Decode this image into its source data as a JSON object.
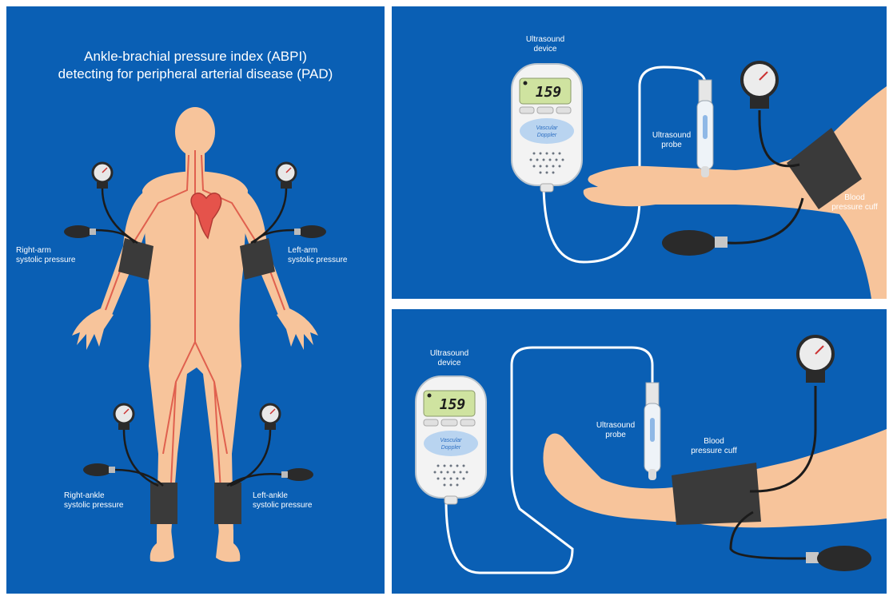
{
  "left_panel": {
    "title_line1": "Ankle-brachial pressure index (ABPI)",
    "title_line2": "detecting for peripheral arterial disease (PAD)",
    "labels": {
      "right_arm": [
        "Right-arm",
        "systolic pressure"
      ],
      "left_arm": [
        "Left-arm",
        "systolic pressure"
      ],
      "right_ankle": [
        "Right-ankle",
        "systolic pressure"
      ],
      "left_ankle": [
        "Left-ankle",
        "systolic pressure"
      ]
    }
  },
  "arm_panel": {
    "device_label": [
      "Ultrasound",
      "device"
    ],
    "probe_label": [
      "Ultrasound",
      "probe"
    ],
    "cuff_label": [
      "Blood",
      "pressure cuff"
    ],
    "display_value": "159",
    "device_brand": [
      "Vascular",
      "Doppler"
    ]
  },
  "leg_panel": {
    "device_label": [
      "Ultrasound",
      "device"
    ],
    "probe_label": [
      "Ultrasound",
      "probe"
    ],
    "cuff_label": [
      "Blood",
      "pressure cuff"
    ],
    "display_value": "159",
    "device_brand": [
      "Vascular",
      "Doppler"
    ]
  },
  "colors": {
    "panel_background": "#0a5fb4",
    "skin": "#f7c49b",
    "artery": "#e0604e",
    "cuff": "#3a3a3a",
    "device_screen": "#cfe3a0"
  }
}
